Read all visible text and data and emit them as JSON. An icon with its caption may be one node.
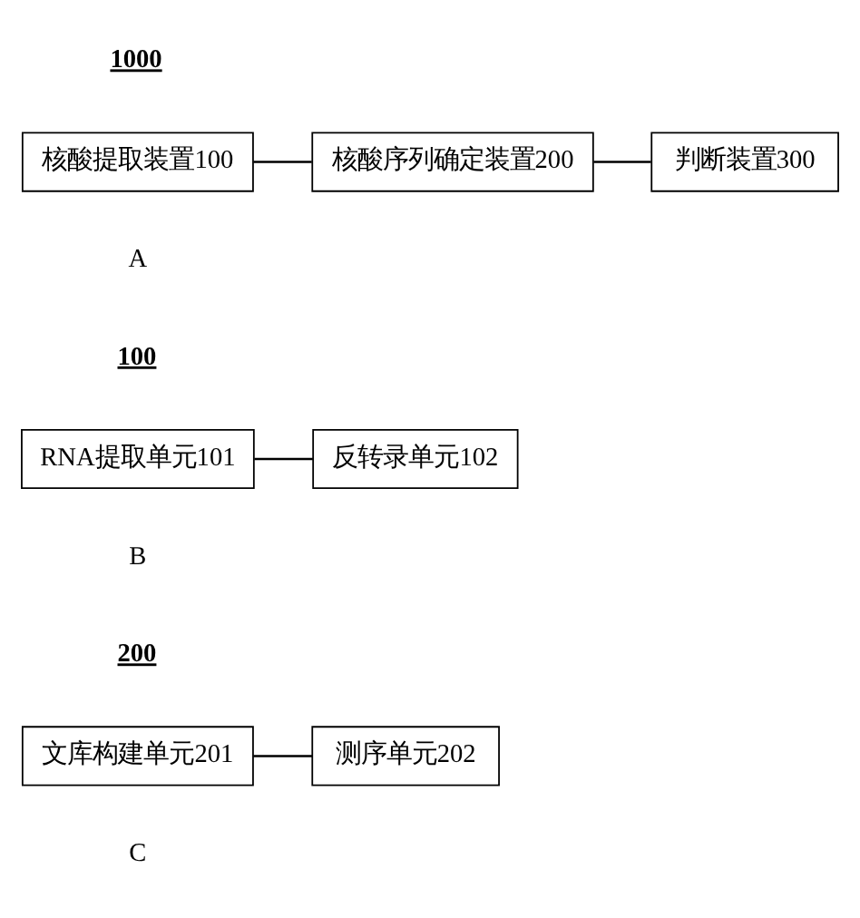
{
  "diagram": {
    "nodes": [
      {
        "text": [
          "核酸提取装置100"
        ]
      },
      {
        "text": [
          "核酸序列确定装置200"
        ]
      },
      {
        "text": [
          "判断装置300"
        ]
      },
      {
        "text": [
          "RNA提取单元101"
        ]
      },
      {
        "text": [
          "反转录单元102"
        ]
      },
      {
        "text": [
          "文库构建单元201"
        ]
      },
      {
        "text": [
          "测序单元202"
        ]
      }
    ],
    "edges": [
      {
        "from": 0,
        "to": 1,
        "arrow": "none"
      },
      {
        "from": 1,
        "to": 2,
        "arrow": "none"
      },
      {
        "from": 3,
        "to": 4,
        "arrow": "none"
      },
      {
        "from": 5,
        "to": 6,
        "arrow": "none"
      }
    ],
    "labels": [
      "1000",
      "A",
      "100",
      "B",
      "200",
      "C"
    ]
  }
}
